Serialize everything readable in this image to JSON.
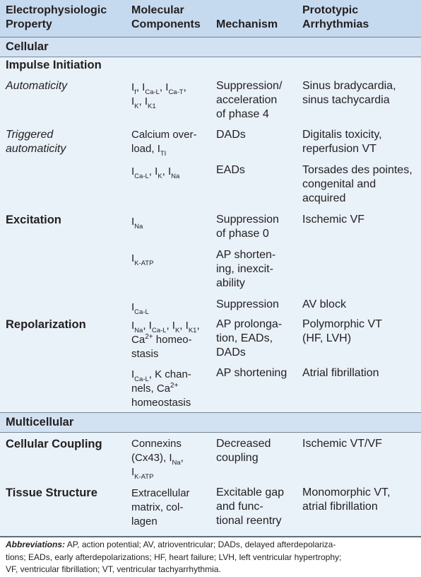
{
  "header": {
    "col1": [
      "Electrophysiologic",
      "Property"
    ],
    "col2": [
      "Molecular",
      "Components"
    ],
    "col3": [
      "Mechanism"
    ],
    "col4": [
      "Prototypic",
      "Arrhythmias"
    ]
  },
  "sections": {
    "cellular": "Cellular",
    "multicellular": "Multicellular"
  },
  "rows": {
    "impulse_initiation": {
      "label": "Impulse Initiation"
    },
    "automaticity": {
      "label": "Automaticity",
      "components": [
        [
          {
            "t": "I"
          },
          {
            "s": "f"
          },
          {
            "t": ", I"
          },
          {
            "s": "Ca-L"
          },
          {
            "t": ", I"
          },
          {
            "s": "Ca-T"
          },
          {
            "t": ","
          }
        ],
        [
          {
            "t": "I"
          },
          {
            "s": "K"
          },
          {
            "t": ", I"
          },
          {
            "s": "K1"
          }
        ]
      ],
      "mechanism": [
        "Suppression/",
        "acceleration",
        "of phase 4"
      ],
      "arrhythmias": [
        "Sinus bradycardia,",
        "sinus tachycardia"
      ]
    },
    "triggered": {
      "label": [
        "Triggered",
        "automaticity"
      ],
      "components": [
        [
          {
            "t": "Calcium over-"
          }
        ],
        [
          {
            "t": "load, I"
          },
          {
            "s": "TI"
          }
        ]
      ],
      "mechanism": [
        "DADs"
      ],
      "arrhythmias": [
        "Digitalis toxicity,",
        "reperfusion VT"
      ]
    },
    "triggered_ead": {
      "components": [
        [
          {
            "t": "I"
          },
          {
            "s": "Ca-L"
          },
          {
            "t": ", I"
          },
          {
            "s": "K"
          },
          {
            "t": ", I"
          },
          {
            "s": "Na"
          }
        ]
      ],
      "mechanism": [
        "EADs"
      ],
      "arrhythmias": [
        "Torsades des pointes,",
        "congenital and",
        "acquired"
      ]
    },
    "excitation": {
      "label": "Excitation",
      "components": [
        [
          {
            "t": "I"
          },
          {
            "s": "Na"
          }
        ]
      ],
      "mechanism": [
        "Suppression",
        "of phase 0"
      ],
      "arrhythmias": [
        "Ischemic VF"
      ]
    },
    "excitation_katp": {
      "components": [
        [
          {
            "t": "I"
          },
          {
            "s": "K-ATP"
          }
        ]
      ],
      "mechanism": [
        "AP shorten-",
        "ing, inexcit-",
        "ability"
      ]
    },
    "cal": {
      "components": [
        [
          {
            "t": "I"
          },
          {
            "s": "Ca-L"
          }
        ]
      ],
      "mechanism": [
        "Suppression"
      ],
      "arrhythmias": [
        "AV block"
      ]
    },
    "repolarization": {
      "label": "Repolarization",
      "components": [
        [
          {
            "t": "I"
          },
          {
            "s": "Na"
          },
          {
            "t": ", I"
          },
          {
            "s": "Ca-L"
          },
          {
            "t": ", I"
          },
          {
            "s": "K"
          },
          {
            "t": ", I"
          },
          {
            "s": "K1"
          },
          {
            "t": ","
          }
        ],
        [
          {
            "t": "Ca"
          },
          {
            "p": "2+"
          },
          {
            "t": " homeo-"
          }
        ],
        [
          {
            "t": "stasis"
          }
        ]
      ],
      "mechanism": [
        "AP prolonga-",
        "tion, EADs,",
        "DADs"
      ],
      "arrhythmias": [
        "Polymorphic VT",
        "(HF, LVH)"
      ]
    },
    "repol_short": {
      "components": [
        [
          {
            "t": "I"
          },
          {
            "s": "Ca-L"
          },
          {
            "t": ", K chan-"
          }
        ],
        [
          {
            "t": "nels, Ca"
          },
          {
            "p": "2+"
          }
        ],
        [
          {
            "t": "homeostasis"
          }
        ]
      ],
      "mechanism": [
        "AP shortening"
      ],
      "arrhythmias": [
        "Atrial fibrillation"
      ]
    },
    "coupling": {
      "label": "Cellular Coupling",
      "components": [
        [
          {
            "t": "Connexins"
          }
        ],
        [
          {
            "t": "(Cx43), I"
          },
          {
            "s": "Na"
          },
          {
            "t": ","
          }
        ],
        [
          {
            "t": "I"
          },
          {
            "s": "K-ATP"
          }
        ]
      ],
      "mechanism": [
        "Decreased",
        "coupling"
      ],
      "arrhythmias": [
        "Ischemic VT/VF"
      ]
    },
    "tissue": {
      "label": "Tissue Structure",
      "components": [
        [
          {
            "t": "Extracellular"
          }
        ],
        [
          {
            "t": "matrix, col-"
          }
        ],
        [
          {
            "t": "lagen"
          }
        ]
      ],
      "mechanism": [
        "Excitable gap",
        "and func-",
        "tional reentry"
      ],
      "arrhythmias": [
        "Monomorphic VT,",
        "atrial fibrillation"
      ]
    }
  },
  "footnote": {
    "label": "Abbreviations:",
    "lines": [
      " AP, action potential; AV, atrioventricular; DADs, delayed afterdepolariza-",
      "tions; EADs, early afterdepolarizations; HF, heart failure; LVH, left ventricular hypertrophy;",
      "VF, ventricular fibrillation; VT, ventricular tachyarrhythmia."
    ]
  }
}
